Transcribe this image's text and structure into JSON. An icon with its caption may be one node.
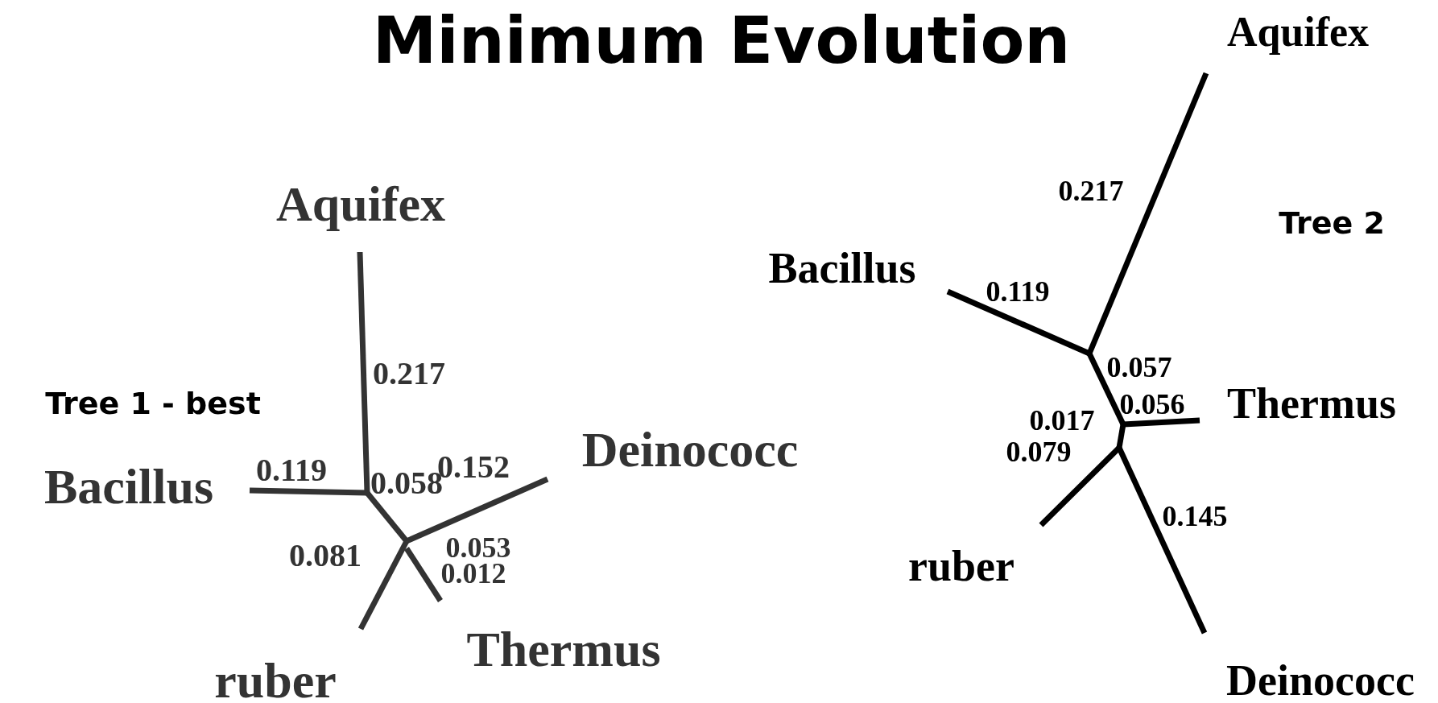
{
  "diagram": {
    "title": "Minimum Evolution",
    "labels": [
      "Aquifex",
      "0.217",
      "Tree 1 - best",
      "Bacillus",
      "0.119",
      "0.058",
      "0.152",
      "Deinococc",
      "0.053",
      "0.012",
      "0.081",
      "Thermus",
      "ruber",
      "Aquifex",
      "0.217",
      "Tree 2",
      "Bacillus",
      "0.119",
      "0.057",
      "Thermus",
      "0.056",
      "0.017",
      "0.079",
      "0.145",
      "ruber",
      "Deinococc"
    ]
  }
}
